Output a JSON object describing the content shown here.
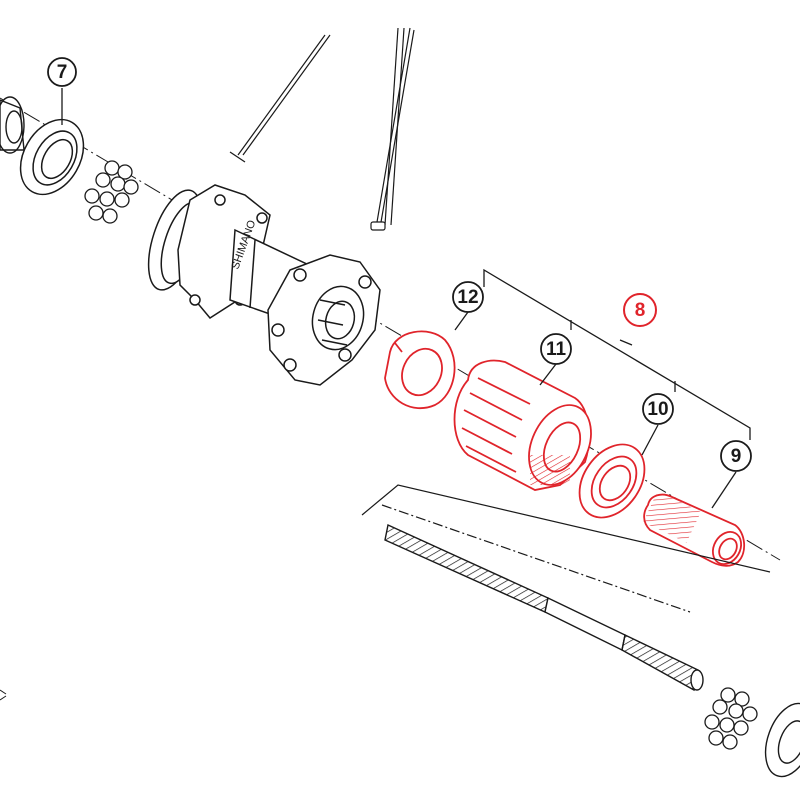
{
  "callouts": {
    "c7": "7",
    "c8": "8",
    "c9": "9",
    "c10": "10",
    "c11": "11",
    "c12": "12"
  },
  "hub_brand": "SHIMANO",
  "colors": {
    "line": "#1a1a1a",
    "highlight": "#e0242b",
    "background": "#ffffff"
  }
}
